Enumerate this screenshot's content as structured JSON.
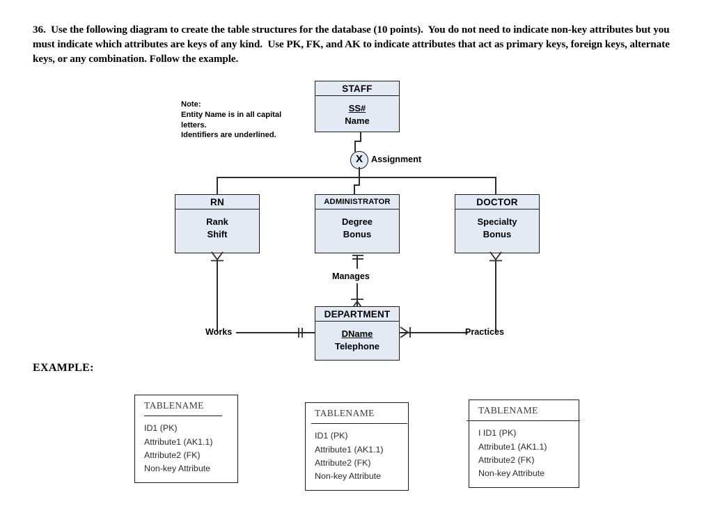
{
  "question": {
    "text": "36.  Use the following diagram to create the table structures for the database (10 points).  You do not need to indicate non-key attributes but you must indicate which attributes are keys of any kind.  Use PK, FK, and AK to indicate attributes that act as primary keys, foreign keys, alternate keys, or any combination. Follow the example."
  },
  "example_label": "EXAMPLE:",
  "diagram": {
    "note": "Note:\nEntity Name is in all capital letters.\nIdentifiers are underlined.",
    "disjoint_symbol": "X",
    "entities": {
      "staff": {
        "name": "STAFF",
        "identifier": "SS#",
        "attributes": [
          "Name"
        ]
      },
      "rn": {
        "name": "RN",
        "attributes": [
          "Rank",
          "Shift"
        ]
      },
      "administrator": {
        "name": "ADMINISTRATOR",
        "attributes": [
          "Degree",
          "Bonus"
        ]
      },
      "doctor": {
        "name": "DOCTOR",
        "attributes": [
          "Specialty",
          "Bonus"
        ]
      },
      "department": {
        "name": "DEPARTMENT",
        "identifier": "DName",
        "attributes": [
          "Telephone"
        ]
      }
    },
    "relationships": {
      "assignment": "Assignment",
      "manages": "Manages",
      "works": "Works",
      "practices": "Practices"
    },
    "colors": {
      "entity_fill": "#e4eaf4",
      "entity_border": "#1a1a1a",
      "line": "#2b2b2b"
    }
  },
  "example_tables": [
    {
      "name": "TABLENAME",
      "attributes": "ID1 (PK)\nAttribute1 (AK1.1)\nAttribute2 (FK)\nNon-key Attribute"
    },
    {
      "name": "TABLENAME",
      "attributes": "ID1 (PK)\nAttribute1 (AK1.1)\nAttribute2 (FK)\nNon-key Attribute"
    },
    {
      "name": "TABLENAME",
      "attributes": "I ID1 (PK)\nAttribute1 (AK1.1)\nAttribute2 (FK)\nNon-key Attribute"
    }
  ]
}
